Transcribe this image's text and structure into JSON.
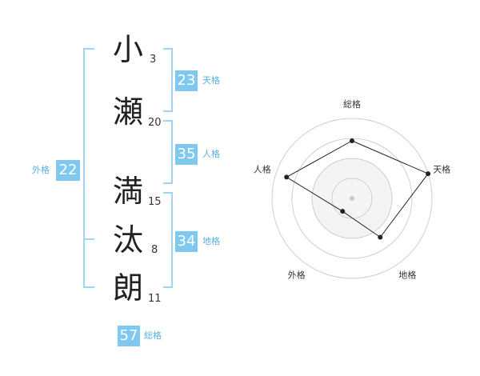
{
  "name_chars": [
    {
      "char": "小",
      "strokes": "3"
    },
    {
      "char": "瀬",
      "strokes": "20"
    },
    {
      "char": "満",
      "strokes": "15"
    },
    {
      "char": "汰",
      "strokes": "8"
    },
    {
      "char": "朗",
      "strokes": "11"
    }
  ],
  "kakusu": {
    "tenkaku": {
      "label": "天格",
      "value": "23"
    },
    "jinkaku": {
      "label": "人格",
      "value": "35"
    },
    "chikaku": {
      "label": "地格",
      "value": "34"
    },
    "gaikaku": {
      "label": "外格",
      "value": "22"
    },
    "soukaku": {
      "label": "総格",
      "value": "57"
    }
  },
  "colors": {
    "accent": "#7fc8f0",
    "bracket": "#9fd4f4"
  },
  "chart_data": {
    "type": "radar",
    "axes": [
      "総格",
      "天格",
      "地格",
      "外格",
      "人格"
    ],
    "values": [
      0.72,
      1.0,
      0.6,
      0.2,
      0.86
    ],
    "max": 1.0,
    "rings": 4
  }
}
